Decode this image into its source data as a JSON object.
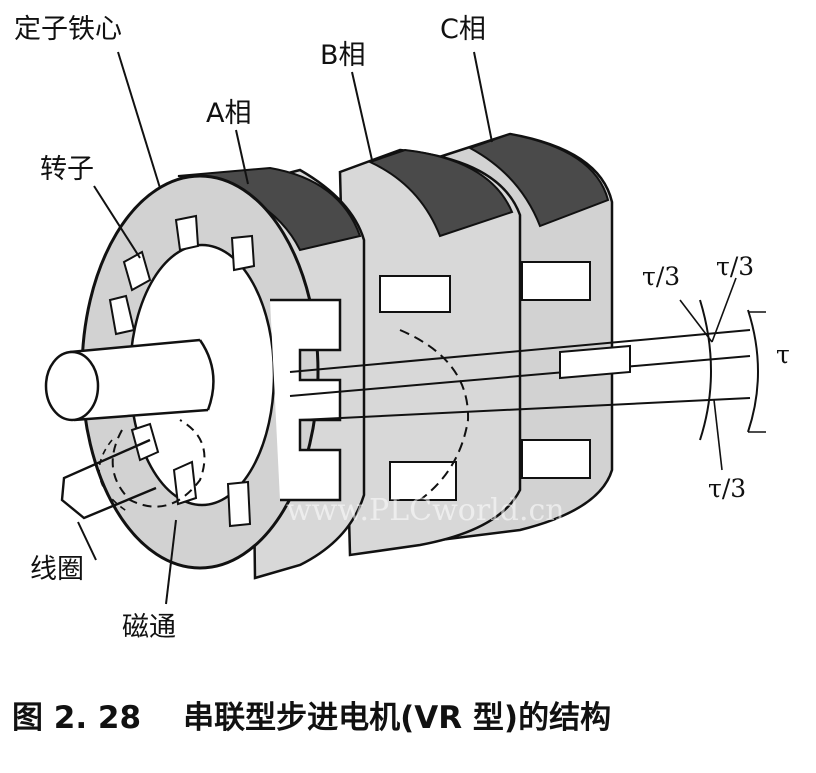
{
  "labels": {
    "stator_core": "定子铁心",
    "rotor": "转子",
    "phase_a": "A相",
    "phase_b": "B相",
    "phase_c": "C相",
    "coil": "线圈",
    "flux": "磁通",
    "tau_third_upper_left": "τ/3",
    "tau_third_upper_right": "τ/3",
    "tau": "τ",
    "tau_third_lower": "τ/3"
  },
  "caption": {
    "number": "图 2. 28",
    "title": "串联型步进电机(VR 型)的结构"
  },
  "watermark": "www.PLCworld.cn",
  "colors": {
    "stator_face": "#d2d2d2",
    "stator_top": "#4a4a4a",
    "rotor_face": "#ffffff",
    "outline": "#111111"
  }
}
